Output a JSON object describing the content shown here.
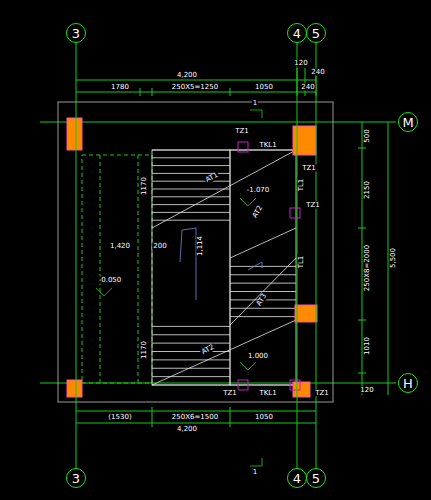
{
  "diagram": {
    "nodes": [
      {
        "text": [
          "3"
        ]
      },
      {
        "text": [
          "4"
        ]
      },
      {
        "text": [
          "5"
        ]
      },
      {
        "text": [
          "M"
        ]
      },
      {
        "text": [
          "H"
        ]
      },
      {
        "text": [
          "3"
        ]
      },
      {
        "text": [
          "4"
        ]
      },
      {
        "text": [
          "5"
        ]
      }
    ],
    "edges": [
      {
        "from": 0,
        "to": 5,
        "arrow": "none"
      },
      {
        "from": 1,
        "to": 6,
        "arrow": "none"
      },
      {
        "from": 2,
        "to": 7,
        "arrow": "none"
      }
    ],
    "labels": [
      "4,200",
      "120",
      "240",
      "1780",
      "250X5=1250",
      "1050",
      "240",
      "1",
      "TZ1",
      "TKL1",
      "TL1",
      "TZ1",
      "-1.070",
      "AT1",
      "AT2",
      "AT3",
      "1170",
      "200",
      "1,114",
      "1,420",
      "-0.050",
      "1170",
      "1.000",
      "TZ1",
      "TKL1",
      "TZ1",
      "(1530)",
      "250X6=1500",
      "1050",
      "4,200",
      "1",
      "500",
      "2150",
      "250X8=2000",
      "1010",
      "120",
      "5,500",
      "TL1",
      "TZ1",
      "AT2"
    ]
  }
}
